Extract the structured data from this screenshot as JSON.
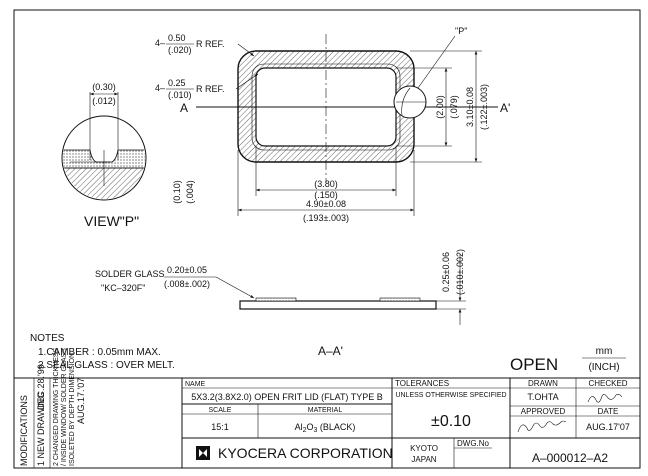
{
  "view_label": "VIEW\"P\"",
  "detail_marker": "\"P\"",
  "section_marker_left": "A",
  "section_marker_right": "A'",
  "section_label": "A–A'",
  "dims": {
    "outer_radius": [
      "4–",
      "0.50",
      "(.020)",
      "R REF."
    ],
    "inner_radius": [
      "4–",
      "0.25",
      "(.010)",
      "R REF."
    ],
    "inner_width": [
      "(3.80)",
      "(.150)"
    ],
    "outer_width": [
      "4.90±0.08",
      "(.193±.003)"
    ],
    "inner_height": [
      "(2.00)",
      "(.079)"
    ],
    "outer_height": [
      "3.10±0.08",
      "(.122±.003)"
    ],
    "view_top": [
      "(0.30)",
      "(.012)"
    ],
    "view_side": [
      "(0.10)",
      "(.004)"
    ],
    "thickness": [
      "0.25±0.06",
      "(.010±.002)"
    ],
    "glass": [
      "0.20±0.05",
      "(.008±.002)"
    ]
  },
  "solder_glass": [
    "SOLDER GLASS",
    "\"KC–320F\""
  ],
  "notes": {
    "title": "NOTES",
    "items": [
      "1.CAMBER : 0.05mm MAX.",
      "2.SEAL GLASS : OVER MELT."
    ]
  },
  "open_label": "OPEN",
  "units": [
    "mm",
    "(INCH)"
  ],
  "modifications": {
    "title": "MODIFICATIONS",
    "line1": "1 NEW DRAWING",
    "line1_date": "DEC.28.'99",
    "line2a": "2 CHANGED DRAWING THICKNESS",
    "line2b": "/ INSIDE WINDOW/ SOLDER GLASS",
    "line2c": "ISOLETED BY DEPTH DIMENSION.",
    "line2_date": "AUG.17.'07"
  },
  "title_block": {
    "name_label": "NAME",
    "name": "5X3.2(3.8X2.0) OPEN FRIT LID (FLAT) TYPE B",
    "scale_label": "SCALE",
    "scale": "15:1",
    "material_label": "MATERIAL",
    "material_pre": "Al",
    "material_sub1": "2",
    "material_mid": "O",
    "material_sub2": "3",
    "material_post": " (BLACK)",
    "tolerances_label": "TOLERANCES",
    "tolerances_sub": "UNLESS  OTHERWISE  SPECIFIED",
    "tolerance_value": "±0.10",
    "drawn_label": "DRAWN",
    "drawn": "T.OHTA",
    "checked_label": "CHECKED",
    "approved_label": "APPROVED",
    "date_label": "DATE",
    "date": "AUG.17'07",
    "company": "KYOCERA CORPORATION",
    "city": "KYOTO",
    "country": "JAPAN",
    "dwg_no_label": "DWG.No",
    "dwg_no": "A–000012–A2"
  }
}
